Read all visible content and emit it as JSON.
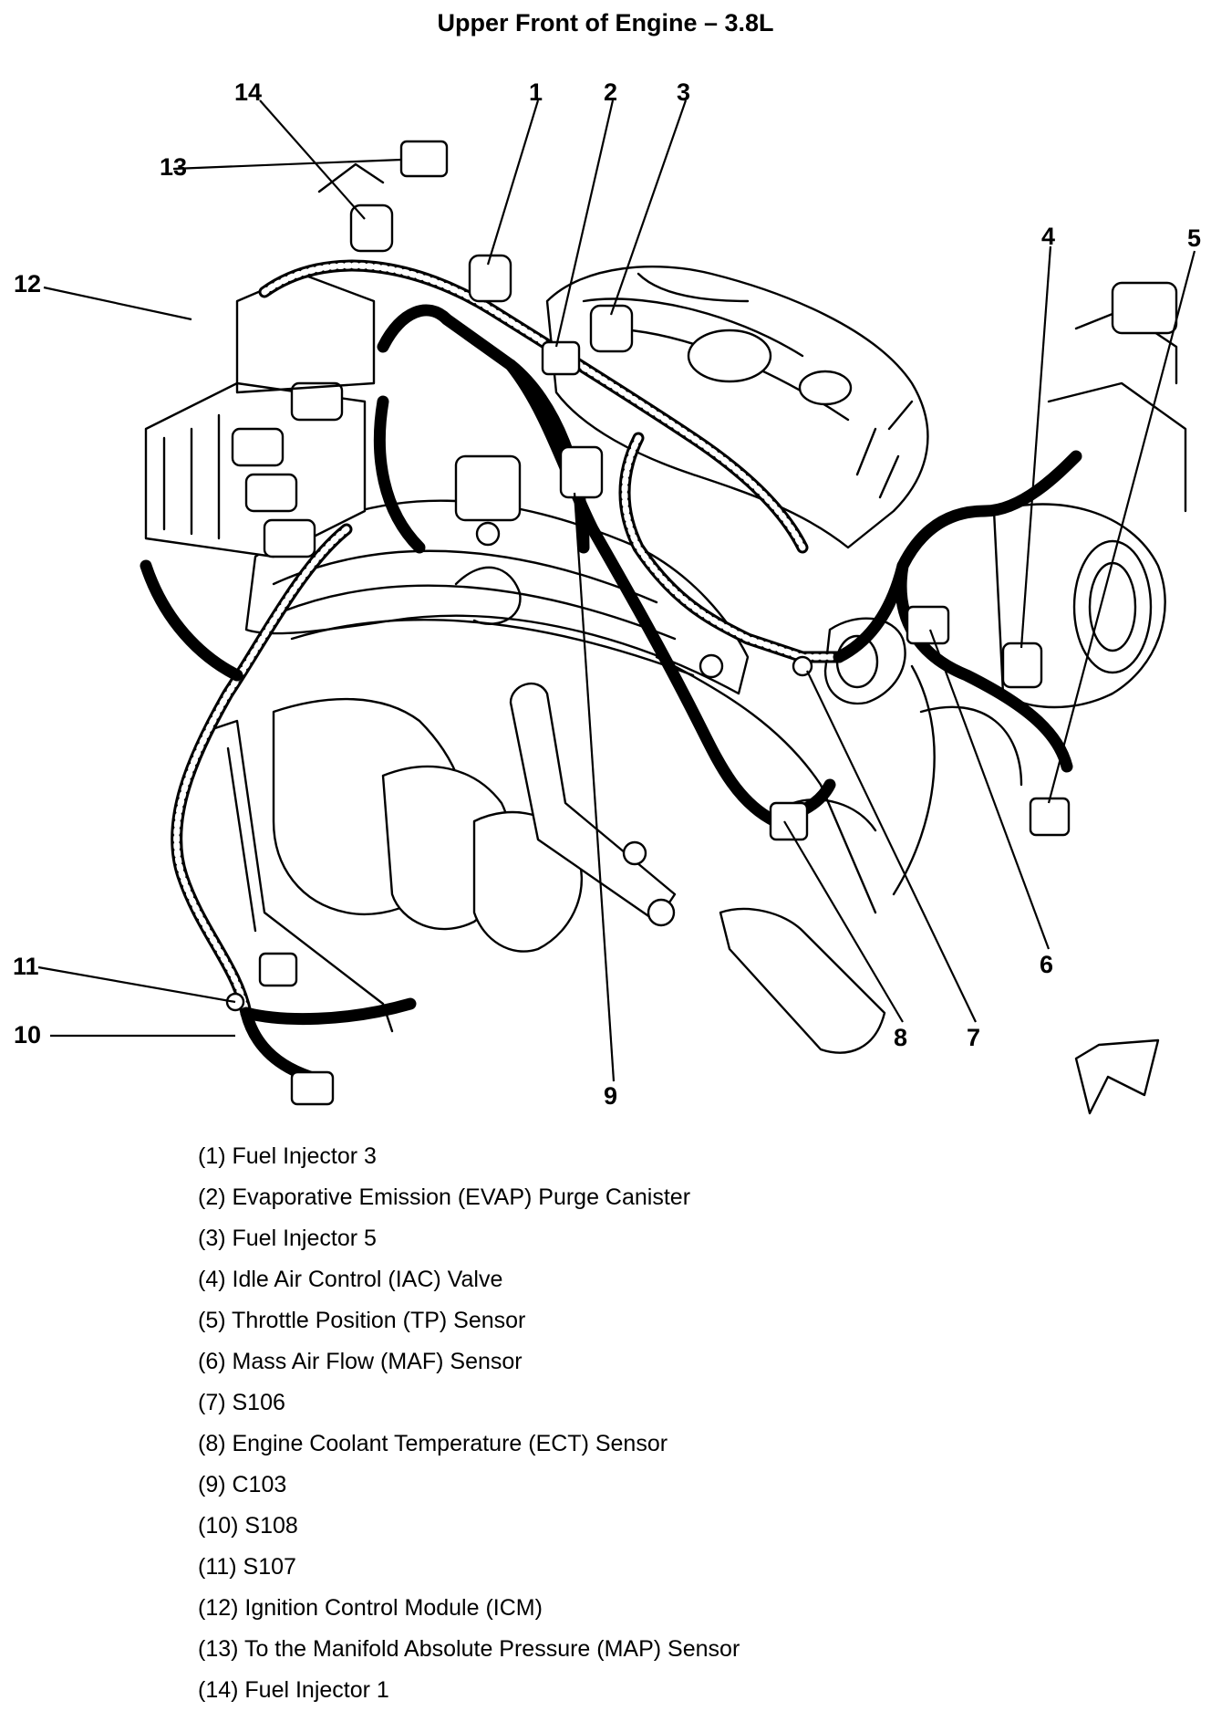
{
  "diagram": {
    "title": "Upper Front of Engine – 3.8L",
    "callouts": [
      {
        "number": "1",
        "label": "Fuel Injector 3"
      },
      {
        "number": "2",
        "label": "Evaporative Emission (EVAP) Purge Canister"
      },
      {
        "number": "3",
        "label": "Fuel Injector 5"
      },
      {
        "number": "4",
        "label": "Idle Air Control (IAC) Valve"
      },
      {
        "number": "5",
        "label": "Throttle Position (TP) Sensor"
      },
      {
        "number": "6",
        "label": "Mass Air Flow (MAF) Sensor"
      },
      {
        "number": "7",
        "label": "S106"
      },
      {
        "number": "8",
        "label": "Engine Coolant Temperature (ECT) Sensor"
      },
      {
        "number": "9",
        "label": "C103"
      },
      {
        "number": "10",
        "label": "S108"
      },
      {
        "number": "11",
        "label": "S107"
      },
      {
        "number": "12",
        "label": "Ignition Control Module (ICM)"
      },
      {
        "number": "13",
        "label": "To the Manifold Absolute Pressure (MAP) Sensor"
      },
      {
        "number": "14",
        "label": "Fuel Injector 1"
      }
    ],
    "legend_text": [
      "(1) Fuel Injector 3",
      "(2) Evaporative Emission (EVAP) Purge Canister",
      "(3) Fuel Injector 5",
      "(4) Idle Air Control (IAC) Valve",
      "(5) Throttle Position (TP) Sensor",
      "(6) Mass Air Flow (MAF) Sensor",
      "(7) S106",
      "(8) Engine Coolant Temperature (ECT) Sensor",
      "(9) C103",
      "(10) S108",
      "(11) S107",
      "(12) Ignition Control Module (ICM)",
      "(13) To the Manifold Absolute Pressure (MAP) Sensor",
      "(14) Fuel Injector 1"
    ]
  }
}
